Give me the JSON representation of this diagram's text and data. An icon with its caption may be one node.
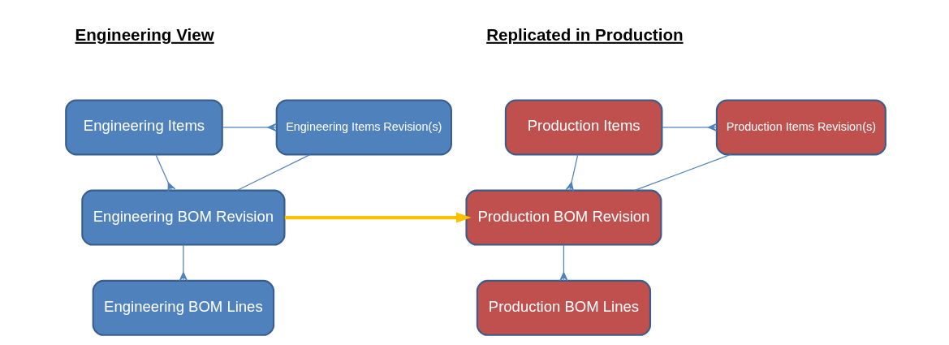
{
  "diagram": {
    "nodes": [
      {
        "text": [
          "Engineering Items"
        ]
      },
      {
        "text": [
          "Engineering Items Revision(s)"
        ]
      },
      {
        "text": [
          "Engineering BOM Revision"
        ]
      },
      {
        "text": [
          "Engineering BOM Lines"
        ]
      },
      {
        "text": [
          "Production Items"
        ]
      },
      {
        "text": [
          "Production Items Revision(s)"
        ]
      },
      {
        "text": [
          "Production BOM Revision"
        ]
      },
      {
        "text": [
          "Production BOM Lines"
        ]
      }
    ],
    "edges": [
      {
        "from": 0,
        "to": 1,
        "arrow": "other"
      },
      {
        "from": 0,
        "to": 2,
        "arrow": "other"
      },
      {
        "from": 2,
        "to": 1,
        "arrow": "none"
      },
      {
        "from": 2,
        "to": 3,
        "arrow": "other"
      },
      {
        "from": 4,
        "to": 5,
        "arrow": "other"
      },
      {
        "from": 4,
        "to": 6,
        "arrow": "other"
      },
      {
        "from": 6,
        "to": 5,
        "arrow": "none"
      },
      {
        "from": 6,
        "to": 7,
        "arrow": "other"
      },
      {
        "from": 2,
        "to": 6,
        "arrow": "to",
        "style": "thick",
        "color": "#ffc000"
      }
    ],
    "labels": [
      "Engineering View",
      "Replicated in Production"
    ]
  }
}
